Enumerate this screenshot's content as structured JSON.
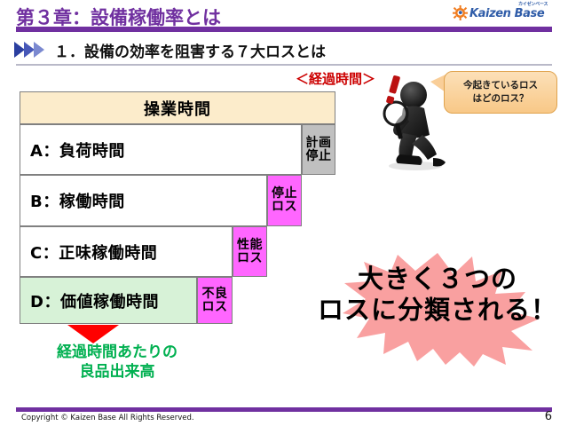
{
  "header": {
    "chapter_title": "第３章：設備稼働率とは",
    "rule_color": "#7030A0",
    "logo": {
      "name": "Kaizen Base",
      "tagline": "カイゼンベース",
      "icon": "gear-sun-icon",
      "color": "#2F5CA8",
      "icon_color": "#F07C1E"
    }
  },
  "section": {
    "number_and_label": "１．設備の効率を阻害する７大ロスとは",
    "bullet_icon": "triple-triangle-icon"
  },
  "diagram": {
    "elapsed_caption": "＜経過時間＞",
    "header_row": {
      "label": "操業時間",
      "color": "#FCECCB"
    },
    "rows": [
      {
        "label": "A：負荷時間",
        "color": "#FFFFFF"
      },
      {
        "label": "B：稼働時間",
        "color": "#FFFFFF"
      },
      {
        "label": "C：正味稼働時間",
        "color": "#FFFFFF"
      },
      {
        "label": "D：価値稼働時間",
        "color": "#D7F2D7"
      }
    ],
    "losses": [
      {
        "line1": "計画",
        "line2": "停止",
        "color": "#C0C0C0"
      },
      {
        "line1": "停止",
        "line2": "ロス",
        "color": "#FF66FF"
      },
      {
        "line1": "性能",
        "line2": "ロス",
        "color": "#FF66FF"
      },
      {
        "line1": "不良",
        "line2": "ロス",
        "color": "#FF66FF"
      }
    ]
  },
  "output_note": {
    "arrow_icon": "down-arrow-icon",
    "arrow_color": "#FF0000",
    "line1": "経過時間あたりの",
    "line2": "良品出来高",
    "color": "#00B050"
  },
  "burst": {
    "line1": "大きく３つの",
    "line2": "ロスに分類される！",
    "fill_color": "#F9A0A0"
  },
  "figure": {
    "icon": "person-with-magnifier-icon",
    "exclamation_icon": "exclamation-mark-icon",
    "exclamation_color": "#CC0000"
  },
  "bubble": {
    "line1": "今起きているロス",
    "line2": "はどのロス？",
    "color": "#F8C887"
  },
  "footer": {
    "copyright": "Copyright ©  Kaizen Base  All Rights Reserved.",
    "page_number": "6"
  }
}
